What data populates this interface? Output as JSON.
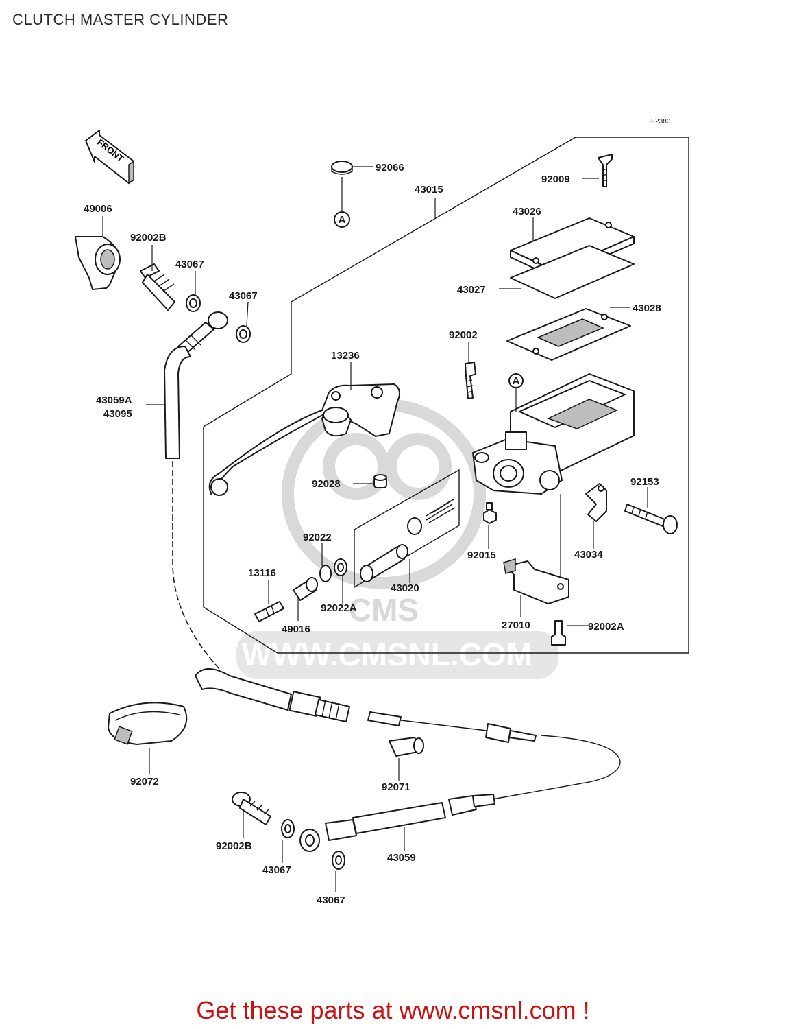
{
  "title": "CLUTCH MASTER CYLINDER",
  "figure_code": "F2380",
  "front_marker": "FRONT",
  "ref_marker": "A",
  "watermark": {
    "logo": "CMS",
    "url": "WWW.CMSNL.COM"
  },
  "parts": {
    "p49006": "49006",
    "p92002B_top": "92002B",
    "p43067_a": "43067",
    "p43067_b": "43067",
    "p43059A": "43059A",
    "p43095": "43095",
    "p92066": "92066",
    "p43015": "43015",
    "p92009": "92009",
    "p43026": "43026",
    "p43027": "43027",
    "p43028": "43028",
    "p92002": "92002",
    "p13236": "13236",
    "p92028": "92028",
    "p92022": "92022",
    "p13116": "13116",
    "p92022A": "92022A",
    "p49016": "49016",
    "p43020": "43020",
    "p92015": "92015",
    "p92153": "92153",
    "p43034": "43034",
    "p27010": "27010",
    "p92002A": "92002A",
    "p92072": "92072",
    "p92071": "92071",
    "p92002B_bot": "92002B",
    "p43067_c": "43067",
    "p43067_d": "43067",
    "p43059": "43059"
  },
  "footer": "Get these parts at www.cmsnl.com !"
}
